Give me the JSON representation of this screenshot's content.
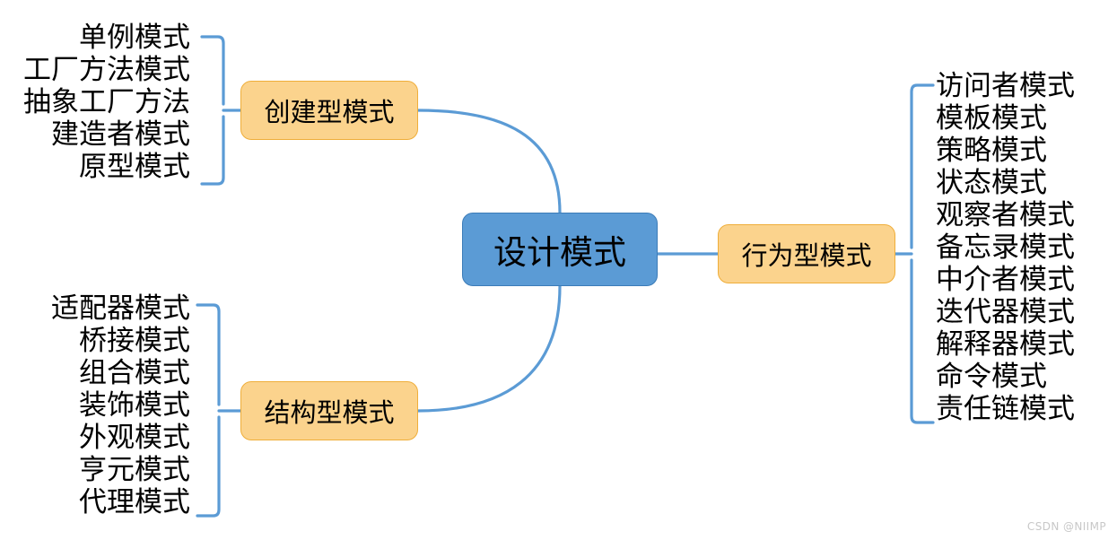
{
  "diagram": {
    "type": "mind-map",
    "root": {
      "label": "设计模式",
      "color": "#5B9BD5"
    },
    "branch_color": "#FBD38D",
    "connector_color": "#5B9BD5",
    "branches": [
      {
        "id": "creational",
        "label": "创建型模式",
        "side": "left",
        "leaves": [
          "单例模式",
          "工厂方法模式",
          "抽象工厂方法",
          "建造者模式",
          "原型模式"
        ]
      },
      {
        "id": "structural",
        "label": "结构型模式",
        "side": "left",
        "leaves": [
          "适配器模式",
          "桥接模式",
          "组合模式",
          "装饰模式",
          "外观模式",
          "亨元模式",
          "代理模式"
        ]
      },
      {
        "id": "behavioral",
        "label": "行为型模式",
        "side": "right",
        "leaves": [
          "访问者模式",
          "模板模式",
          "策略模式",
          "状态模式",
          "观察者模式",
          "备忘录模式",
          "中介者模式",
          "迭代器模式",
          "解释器模式",
          "命令模式",
          "责任链模式"
        ]
      }
    ]
  },
  "watermark": {
    "text": "CSDN @NIIMP"
  }
}
